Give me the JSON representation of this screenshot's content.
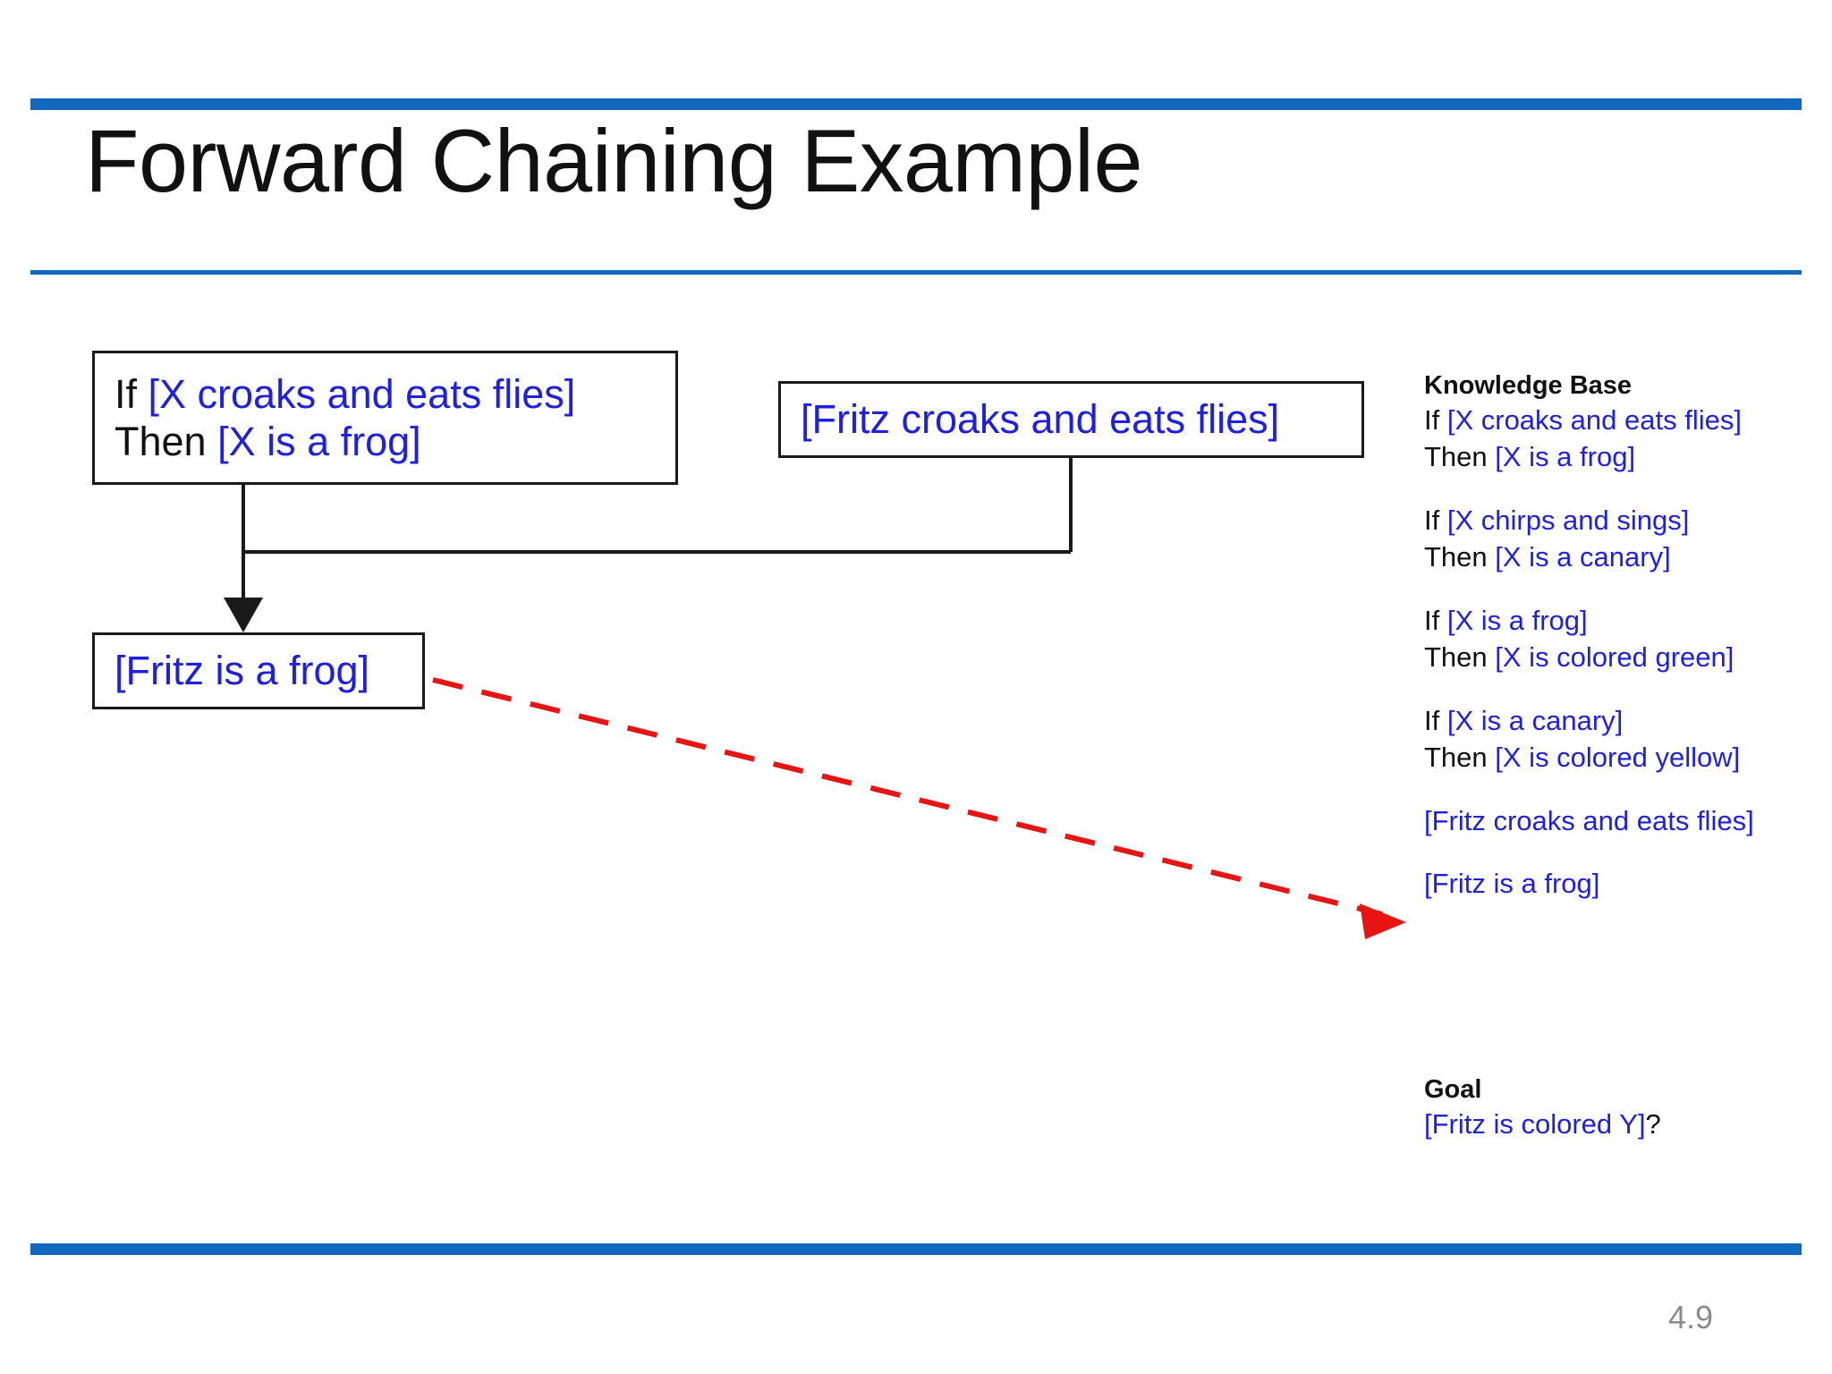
{
  "slide": {
    "title": "Forward Chaining Example",
    "page_number": "4.9",
    "accent_color": "#1268BF",
    "blue_text_color": "#1F1FE0",
    "red_text_color": "#E81313",
    "black_text_color": "#111111",
    "page_number_color": "#8A8A8A"
  },
  "diagram": {
    "rule_box": {
      "line1_prefix": "If ",
      "line1_term": "[X croaks and eats flies]",
      "line2_prefix": "Then ",
      "line2_term": "[X is a frog]"
    },
    "fact_box": {
      "term": "[Fritz croaks and eats flies]"
    },
    "derived_box": {
      "term": "[Fritz is a frog]"
    },
    "connector_arrow": "black-solid-down-arrow",
    "result_arrow": "red-dashed-arrow"
  },
  "knowledge_base": {
    "heading": "Knowledge Base",
    "rules": [
      {
        "if_prefix": "If ",
        "if_term": "[X croaks and eats flies]",
        "then_prefix": "Then ",
        "then_term": "[X is a frog]"
      },
      {
        "if_prefix": "If ",
        "if_term": "[X chirps and sings]",
        "then_prefix": "Then ",
        "then_term": "[X is a canary]"
      },
      {
        "if_prefix": "If ",
        "if_term": "[X is a frog]",
        "then_prefix": "Then ",
        "then_term": "[X is colored green]"
      },
      {
        "if_prefix": "If ",
        "if_term": "[X is a canary]",
        "then_prefix": "Then ",
        "then_term": "[X is colored yellow]"
      }
    ],
    "facts": [
      {
        "text": "[Fritz croaks and eats flies]",
        "color": "blue"
      },
      {
        "text": "[Fritz is a frog]",
        "color": "red"
      }
    ]
  },
  "goal": {
    "heading": "Goal",
    "term": "[Fritz is colored Y]",
    "suffix": "?"
  }
}
